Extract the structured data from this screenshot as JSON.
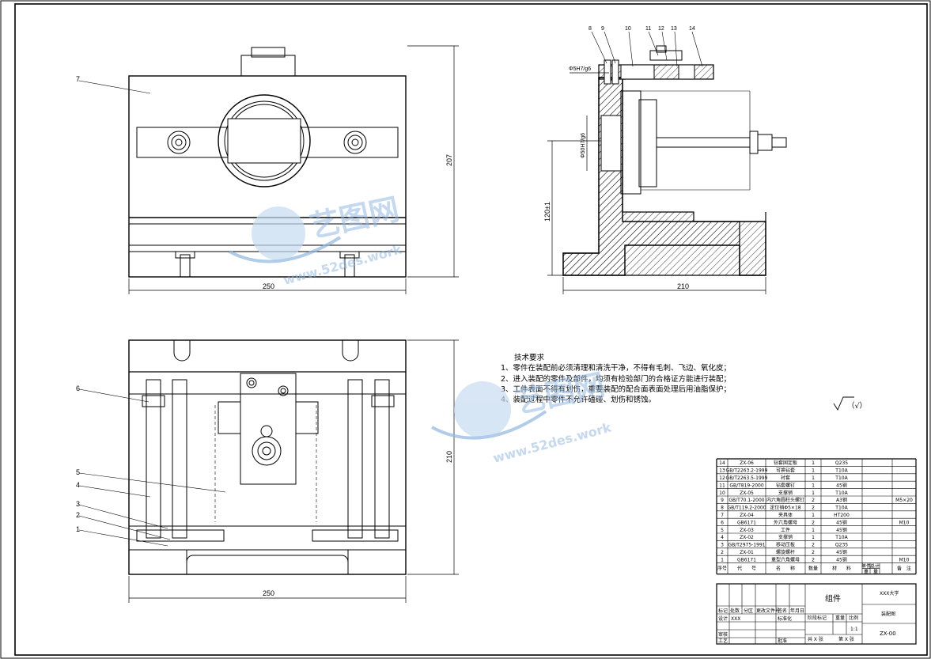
{
  "dimensions": {
    "front_width": "250",
    "front_height": "207",
    "side_width": "210",
    "side_height": "120±1",
    "side_fit_top": "Φ5H7/g6",
    "side_fit_bore": "Φ50H7/g6",
    "top_width": "250",
    "top_height": "210"
  },
  "balloons_front": [
    "7"
  ],
  "balloons_side": [
    "8",
    "9",
    "10",
    "11",
    "12",
    "13",
    "14"
  ],
  "balloons_top": [
    "6",
    "5",
    "4",
    "3",
    "2",
    "1"
  ],
  "tech_req": {
    "title": "技术要求",
    "items": [
      "1、零件在装配前必须清理和清洗干净，不得有毛刺、飞边、氧化皮；",
      "2、进入装配的零件及部件，均须有检验部门的合格证方能进行装配；",
      "3、工件表面不得有划伤，重要装配的配合面表面处理后用油脂保护；",
      "4、装配过程中零件不允许磕碰、划伤和锈蚀。"
    ]
  },
  "roughness": "（√）",
  "watermark": {
    "brand": "艺图网",
    "url": "www.52des.work"
  },
  "bom": [
    {
      "no": "14",
      "code": "ZX-06",
      "name": "钻套固定板",
      "qty": "1",
      "mat": "Q235",
      "note": ""
    },
    {
      "no": "13",
      "code": "GB/T2263.2-1999",
      "name": "可换钻套",
      "qty": "1",
      "mat": "T10A",
      "note": ""
    },
    {
      "no": "12",
      "code": "GB/T2263.5-1999",
      "name": "衬套",
      "qty": "1",
      "mat": "T10A",
      "note": ""
    },
    {
      "no": "11",
      "code": "GB/T819-2000",
      "name": "钻套螺钉",
      "qty": "1",
      "mat": "45钢",
      "note": ""
    },
    {
      "no": "10",
      "code": "ZX-05",
      "name": "支撑销",
      "qty": "1",
      "mat": "T10A",
      "note": ""
    },
    {
      "no": "9",
      "code": "GB/T70.1-2000",
      "name": "内六角圆柱头螺钉",
      "qty": "2",
      "mat": "A3钢",
      "note": "M5×20"
    },
    {
      "no": "8",
      "code": "GB/T119.2-2000",
      "name": "定位销Φ5×18",
      "qty": "2",
      "mat": "T10A",
      "note": ""
    },
    {
      "no": "7",
      "code": "ZX-04",
      "name": "夹具体",
      "qty": "1",
      "mat": "HT200",
      "note": ""
    },
    {
      "no": "6",
      "code": "GB6171",
      "name": "外六角螺母",
      "qty": "2",
      "mat": "45钢",
      "note": "M10"
    },
    {
      "no": "5",
      "code": "ZX-03",
      "name": "工件",
      "qty": "1",
      "mat": "45钢",
      "note": ""
    },
    {
      "no": "4",
      "code": "ZX-02",
      "name": "支撑销",
      "qty": "1",
      "mat": "T10A",
      "note": ""
    },
    {
      "no": "3",
      "code": "GB/T2975-1991",
      "name": "移动压板",
      "qty": "2",
      "mat": "Q235",
      "note": ""
    },
    {
      "no": "2",
      "code": "ZX-01",
      "name": "螺旋螺杆",
      "qty": "2",
      "mat": "45钢",
      "note": ""
    },
    {
      "no": "1",
      "code": "GB6171",
      "name": "重型六角螺母",
      "qty": "2",
      "mat": "45钢",
      "note": "M10"
    }
  ],
  "bom_header": {
    "no": "序号",
    "code": "代　　号",
    "name": "名　　称",
    "qty": "数量",
    "mat": "材　　料",
    "unit_weight": "单件",
    "total_weight": "总计",
    "weight": "重　量",
    "note": "备　注"
  },
  "title_block": {
    "title": "组件",
    "school": "XXX大学",
    "drawing_name": "装配图",
    "drawing_no": "ZX-00",
    "scale": "1:1",
    "stage_label": "阶段标记",
    "weight_label": "重量",
    "scale_label": "比例",
    "mark": "标记",
    "count": "处数",
    "zone": "分区",
    "change_doc": "更改文件号",
    "signature": "签名",
    "date": "年月日",
    "design": "设计",
    "designer": "XXX",
    "standard": "标准化",
    "review": "审核",
    "process": "工艺",
    "approve": "批准",
    "sheets": "共 X 张",
    "sheet": "第 X 张"
  }
}
